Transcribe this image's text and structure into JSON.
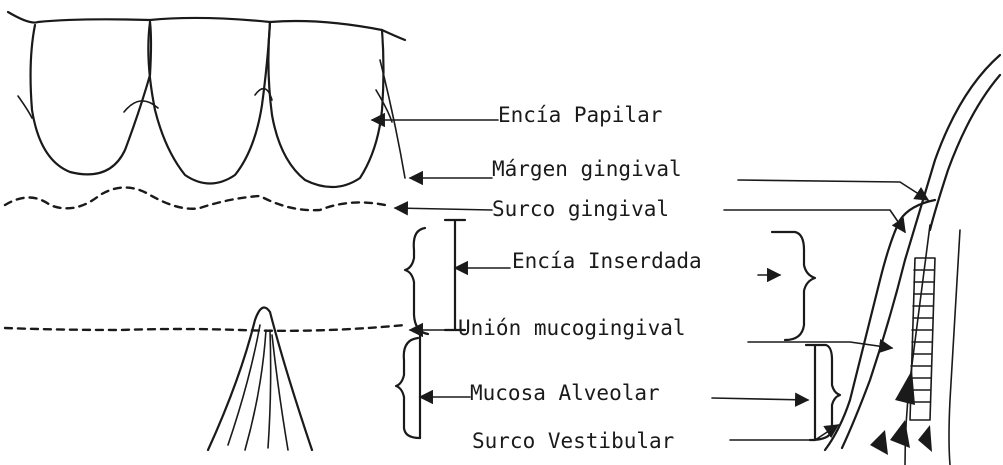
{
  "labels": {
    "encia_papilar": "Encía Papilar",
    "margen_gingival": "Márgen gingival",
    "surco_gingival": "Surco gingival",
    "encia_insertada": "Encía Inserdada",
    "union_mucogingival": "Unión mucogingival",
    "mucosa_alveolar": "Mucosa Alveolar",
    "surco_vestibular": "Surco Vestibular"
  }
}
